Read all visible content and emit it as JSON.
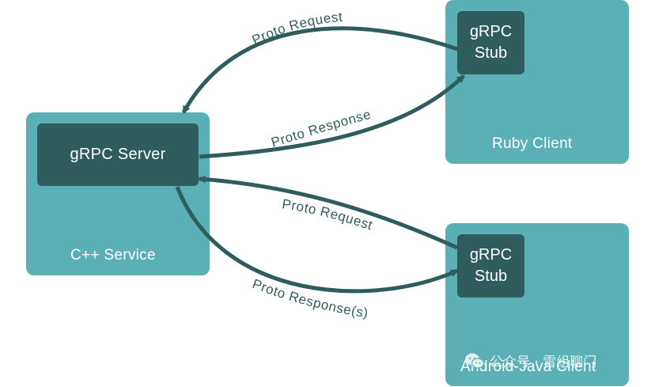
{
  "nodes": {
    "cpp_service": {
      "label": "C++ Service",
      "inner": {
        "label": "gRPC Server"
      }
    },
    "ruby_client": {
      "label": "Ruby Client",
      "inner": {
        "line1": "gRPC",
        "line2": "Stub"
      }
    },
    "android_client": {
      "label": "Android-Java Client",
      "inner": {
        "line1": "gRPC",
        "line2": "Stub"
      }
    }
  },
  "edges": {
    "ruby_request": "Proto Request",
    "ruby_response": "Proto Response",
    "android_request": "Proto Request",
    "android_response": "Proto Response(s)"
  },
  "watermark": {
    "text": "公众号 · 雷组聊门",
    "icon": "wechat-icon"
  },
  "colors": {
    "box": "#5bb0b6",
    "inner": "#2f5d5d",
    "arrow": "#2f5d5d",
    "label_text": "#ffffff"
  }
}
